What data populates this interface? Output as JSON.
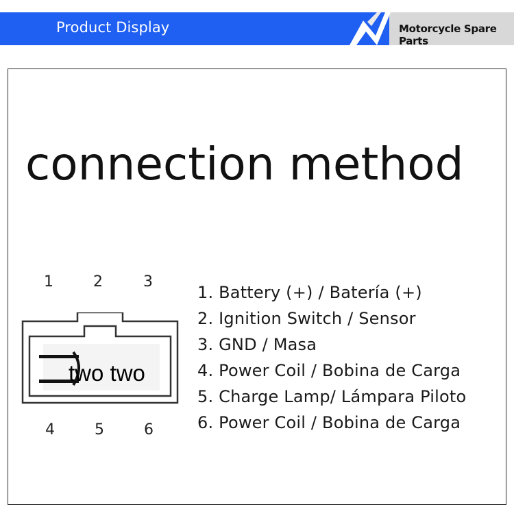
{
  "header": {
    "title": "Product Display",
    "subtitle": "Motorcycle Spare Parts",
    "colors": {
      "banner": "#1f5ff2",
      "grey_panel": "#d8d8d8"
    }
  },
  "diagram": {
    "title": "connection method",
    "pins_top": [
      "1",
      "2",
      "3"
    ],
    "pins_bottom": [
      "4",
      "5",
      "6"
    ],
    "connector_overlay_text": "two two",
    "legend": [
      "1. Battery (+) / Batería (+)",
      "2. Ignition Switch / Sensor",
      "3. GND / Masa",
      "4. Power Coil / Bobina de Carga",
      "5. Charge Lamp/ Lámpara Piloto",
      "6. Power Coil / Bobina de Carga"
    ]
  }
}
